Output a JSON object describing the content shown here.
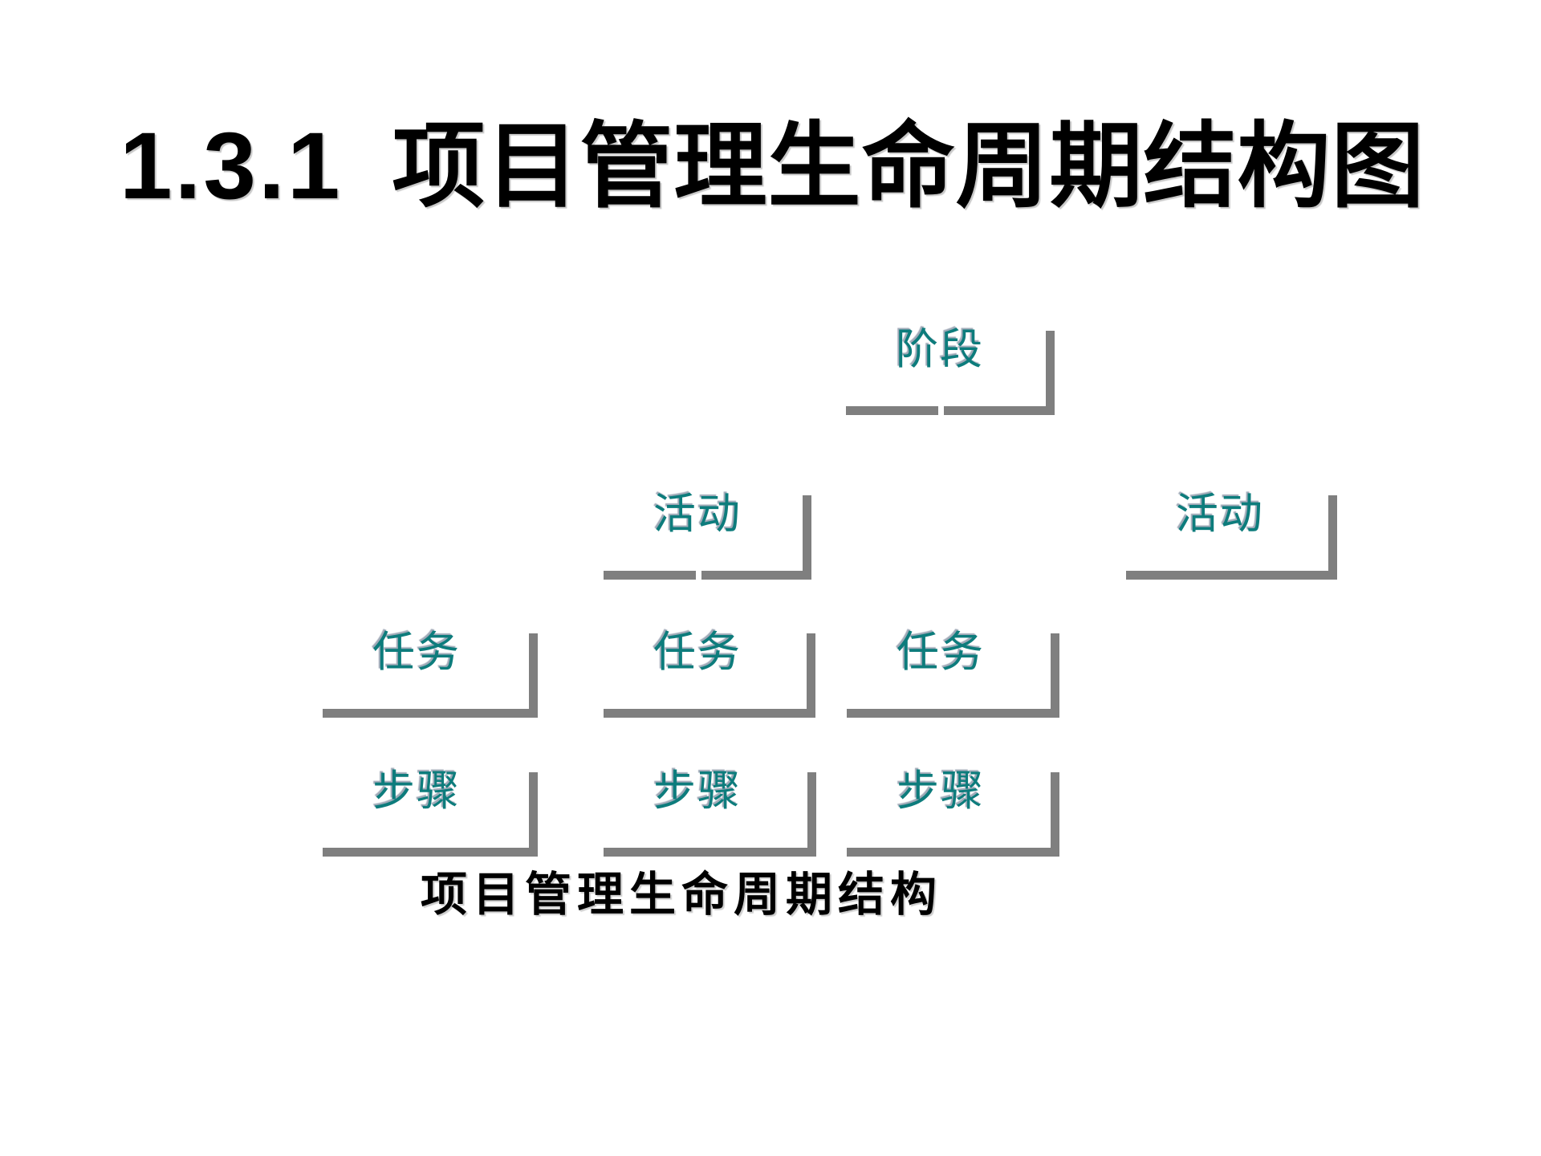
{
  "slide": {
    "title": {
      "number": "1.3.1",
      "text": "项目管理生命周期结构图"
    },
    "caption": "项目管理生命周期结构",
    "colors": {
      "label_teal": "#0d7c7c",
      "bracket_gray": "#7f7f7f",
      "title_black": "#000000",
      "background": "#ffffff"
    },
    "rows": [
      {
        "name": "phase-row",
        "labels": [
          "阶段"
        ]
      },
      {
        "name": "activity-row",
        "labels": [
          "活动",
          "活动"
        ]
      },
      {
        "name": "task-row",
        "labels": [
          "任务",
          "任务",
          "任务"
        ]
      },
      {
        "name": "step-row",
        "labels": [
          "步骤",
          "步骤",
          "步骤"
        ]
      }
    ]
  }
}
